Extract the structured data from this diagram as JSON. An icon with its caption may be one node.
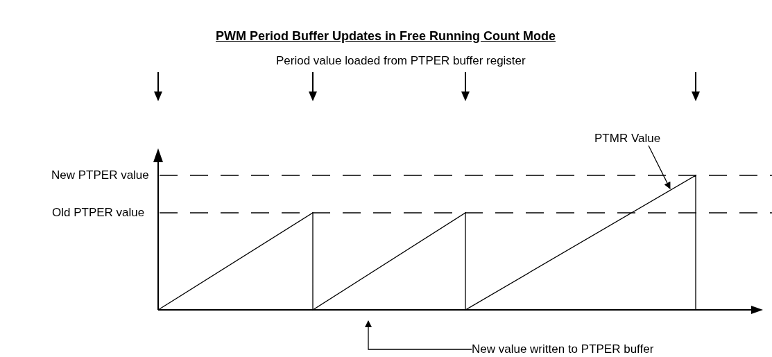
{
  "diagram": {
    "title": "PWM Period Buffer Updates in Free Running Count Mode",
    "nodes": [
      {
        "text": [
          "Period value loaded from PTPER buffer register"
        ]
      },
      {
        "text": [
          "PTMR Value"
        ]
      },
      {
        "text": [
          "New value written to PTPER buffer"
        ]
      }
    ],
    "edges": [
      {
        "from": 1,
        "to": null,
        "arrow": "to"
      },
      {
        "from": 2,
        "to": null,
        "arrow": "to"
      }
    ],
    "labels": [
      "New PTPER value",
      "Old PTPER value"
    ]
  }
}
